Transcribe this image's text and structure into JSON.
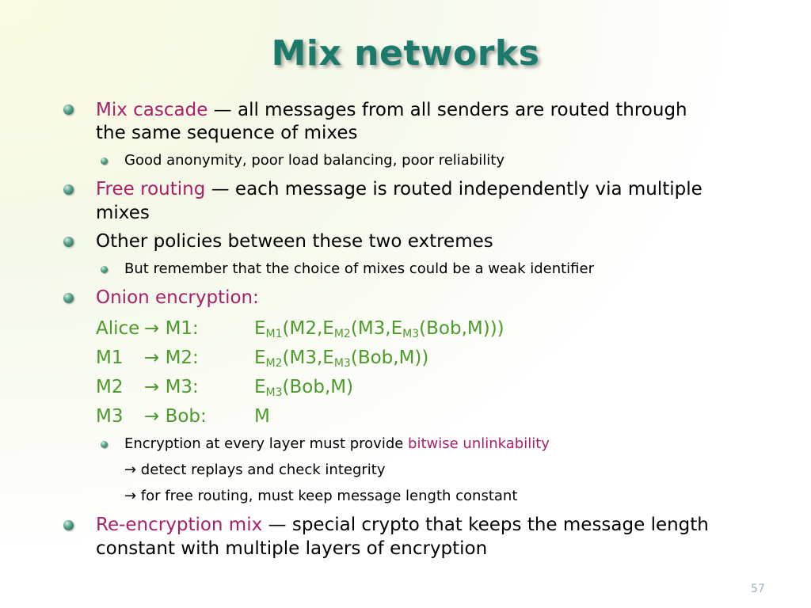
{
  "title": "Mix networks",
  "b1": {
    "term": "Mix cascade",
    "rest": " — all messages from all senders are routed through",
    "line2": "the same sequence of mixes"
  },
  "b1_sub": "Good anonymity, poor load balancing, poor reliability",
  "b2": {
    "term": "Free routing",
    "rest": " — each message is routed independently via multiple",
    "line2": "mixes"
  },
  "b3": "Other policies between these two extremes",
  "b3_sub": "But remember that the choice of mixes could be a weak identifier",
  "b4": "Onion encryption:",
  "onion": {
    "r1": {
      "from": "Alice",
      "arrow": "→ M1:",
      "e1": "E",
      "s1": "M1",
      "t1": "(M2,E",
      "s2": "M2",
      "t2": "(M3,E",
      "s3": "M3",
      "t3": "(Bob,M)))"
    },
    "r2": {
      "from": "M1",
      "arrow": "→ M2:",
      "e1": "E",
      "s1": "M2",
      "t1": "(M3,E",
      "s2": "M3",
      "t2": "(Bob,M))"
    },
    "r3": {
      "from": "M2",
      "arrow": "→ M3:",
      "e1": "E",
      "s1": "M3",
      "t1": "(Bob,M)"
    },
    "r4": {
      "from": "M3",
      "arrow": "→ Bob:",
      "val": "M"
    }
  },
  "b4_sub": {
    "text": "Encryption at every layer must provide ",
    "term": "bitwise unlinkability"
  },
  "b4_sub2": "→ detect replays and check integrity",
  "b4_sub3": "→ for free routing, must keep message length constant",
  "b5": {
    "term": "Re-encryption mix",
    "rest": " — special crypto that keeps the message length",
    "line2": "constant with multiple layers of encryption"
  },
  "page_number": "57"
}
